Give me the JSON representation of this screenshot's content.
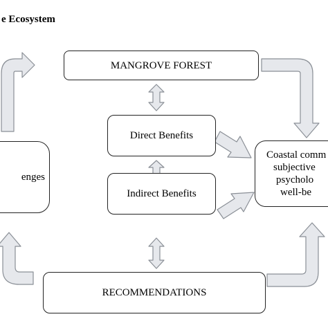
{
  "header": {
    "title": "e Ecosystem"
  },
  "nodes": {
    "mangrove_forest": "MANGROVE FOREST",
    "direct_benefits": "Direct Benefits",
    "indirect_benefits": "Indirect Benefits",
    "recommendations": "RECOMMENDATIONS",
    "challenges": "enges",
    "coastal_lines": [
      "Coastal comm",
      "subjective",
      "psycholo",
      "well-be"
    ]
  },
  "colors": {
    "arrow_fill": "#e6e8ec",
    "arrow_stroke": "#8a8f96",
    "box_border": "#222222"
  }
}
